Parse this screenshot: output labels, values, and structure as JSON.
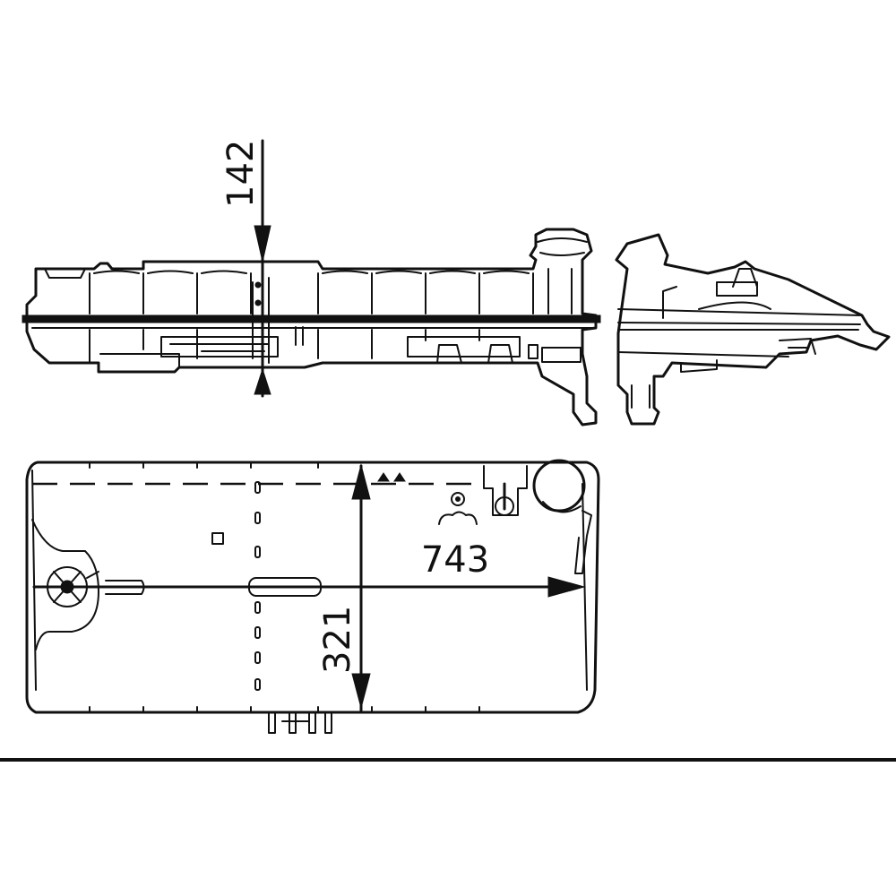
{
  "dimensions": {
    "height_label": "142",
    "length_label": "743",
    "width_label": "321"
  }
}
